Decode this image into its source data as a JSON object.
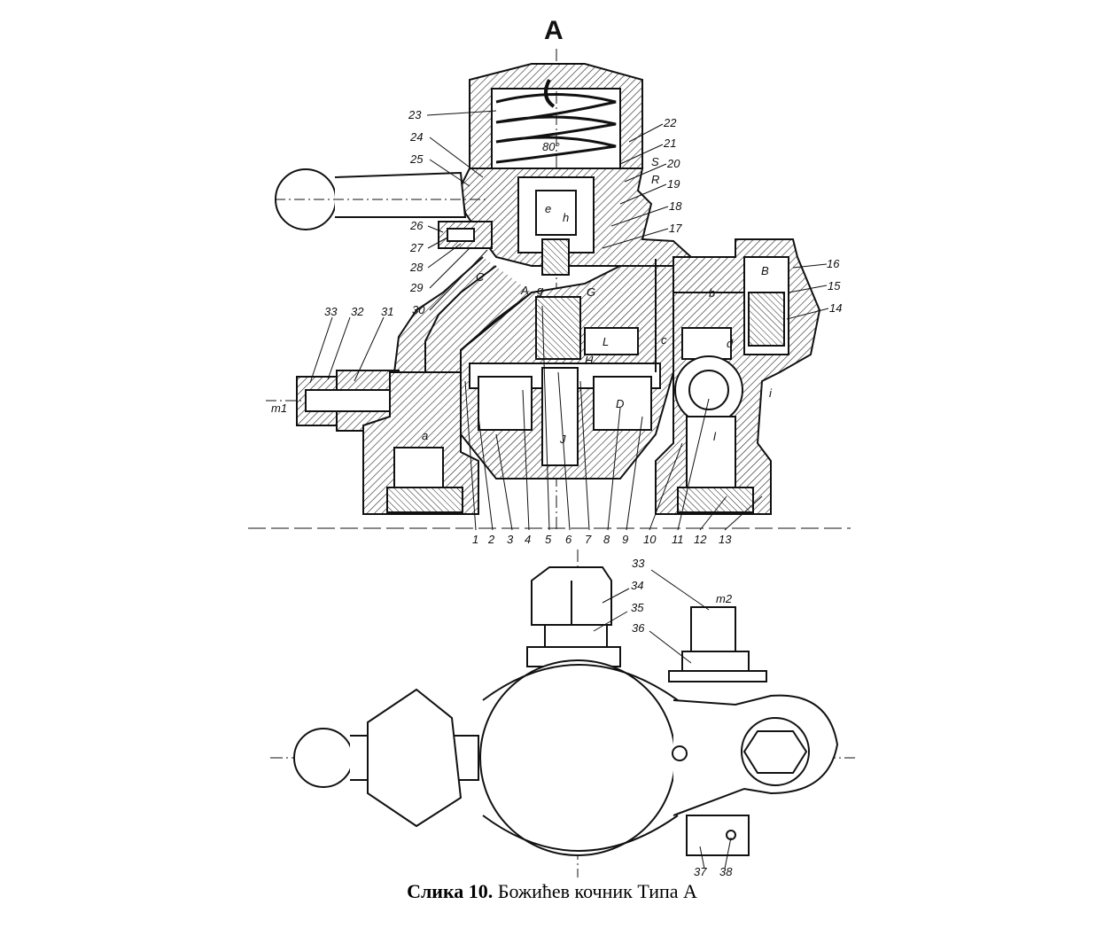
{
  "section_label": "A",
  "caption": {
    "number": "Слика 10.",
    "text": "Божићев кочник Типа А"
  },
  "parts_top": [
    "1",
    "2",
    "3",
    "4",
    "5",
    "6",
    "7",
    "8",
    "9",
    "10",
    "11",
    "12",
    "13",
    "14",
    "15",
    "16",
    "17",
    "18",
    "19",
    "20",
    "21",
    "22",
    "23",
    "24",
    "25",
    "26",
    "27",
    "28",
    "29",
    "30",
    "31",
    "32",
    "33"
  ],
  "parts_bottom": [
    "33",
    "34",
    "35",
    "36",
    "37",
    "38"
  ],
  "letters": [
    "S",
    "R",
    "e",
    "h",
    "C",
    "A",
    "g",
    "G",
    "L",
    "H",
    "J",
    "D",
    "B",
    "b",
    "c",
    "d",
    "i",
    "l",
    "a",
    "m1",
    "m2"
  ],
  "annotation_angle": "80°"
}
